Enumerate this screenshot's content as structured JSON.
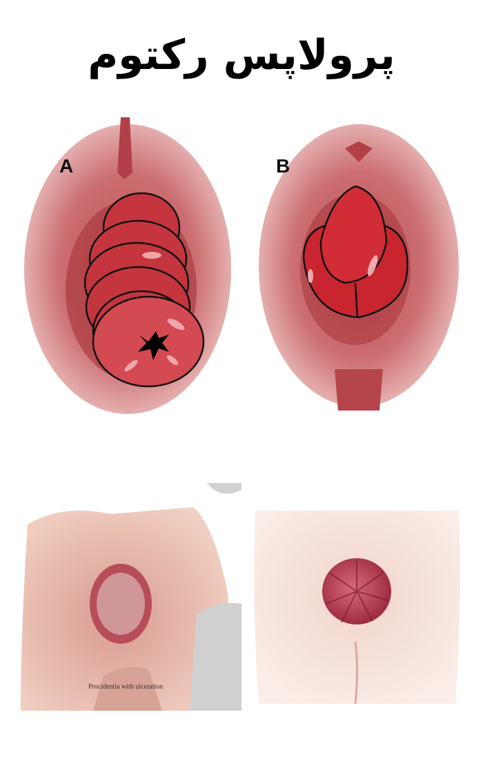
{
  "title": "پرولاپس رکتوم",
  "panels": [
    {
      "letter": "A"
    },
    {
      "letter": "B"
    }
  ],
  "photos": [
    {
      "caption": "Procidentia with ulceration"
    },
    {
      "caption": ""
    }
  ]
}
